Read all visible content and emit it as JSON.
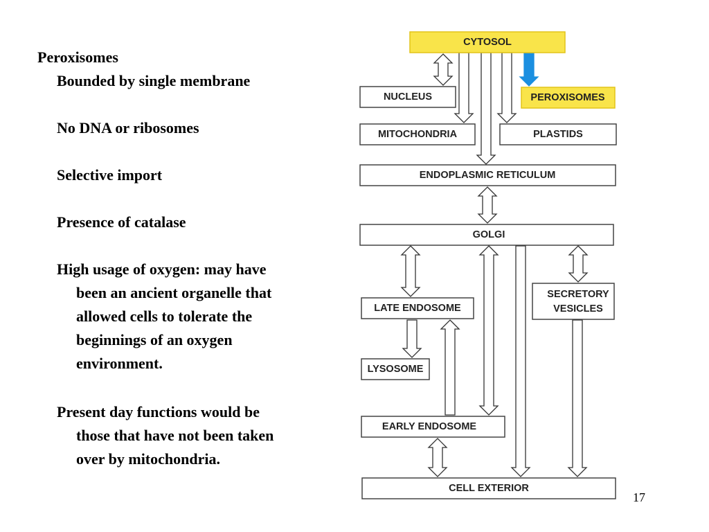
{
  "slide": {
    "title": "Peroxisomes",
    "bullets": [
      {
        "lines": [
          "Bounded by single membrane"
        ]
      },
      {
        "lines": [
          "No DNA or ribosomes"
        ]
      },
      {
        "lines": [
          "Selective import"
        ]
      },
      {
        "lines": [
          "Presence of catalase"
        ]
      },
      {
        "lines": [
          "High usage of oxygen:  may have",
          "been an ancient organelle that",
          "allowed cells to tolerate the",
          "beginnings of an oxygen",
          "environment."
        ]
      },
      {
        "lines": [
          "Present day functions would be",
          "those that have not been taken",
          "over by mitochondria."
        ]
      }
    ],
    "page_number": "17"
  },
  "diagram": {
    "colors": {
      "highlight": "#f9e44a",
      "highlight_border": "#e2c419",
      "import_arrow": "#1b8fe0",
      "box_border": "#444444"
    },
    "boxes": {
      "cytosol": "CYTOSOL",
      "nucleus": "NUCLEUS",
      "peroxisomes": "PEROXISOMES",
      "mitochondria": "MITOCHONDRIA",
      "plastids": "PLASTIDS",
      "er": "ENDOPLASMIC RETICULUM",
      "golgi": "GOLGI",
      "late_endosome": "LATE ENDOSOME",
      "secretory_line1": "SECRETORY",
      "secretory_line2": "VESICLES",
      "lysosome": "LYSOSOME",
      "early_endosome": "EARLY ENDOSOME",
      "cell_exterior": "CELL EXTERIOR"
    }
  }
}
